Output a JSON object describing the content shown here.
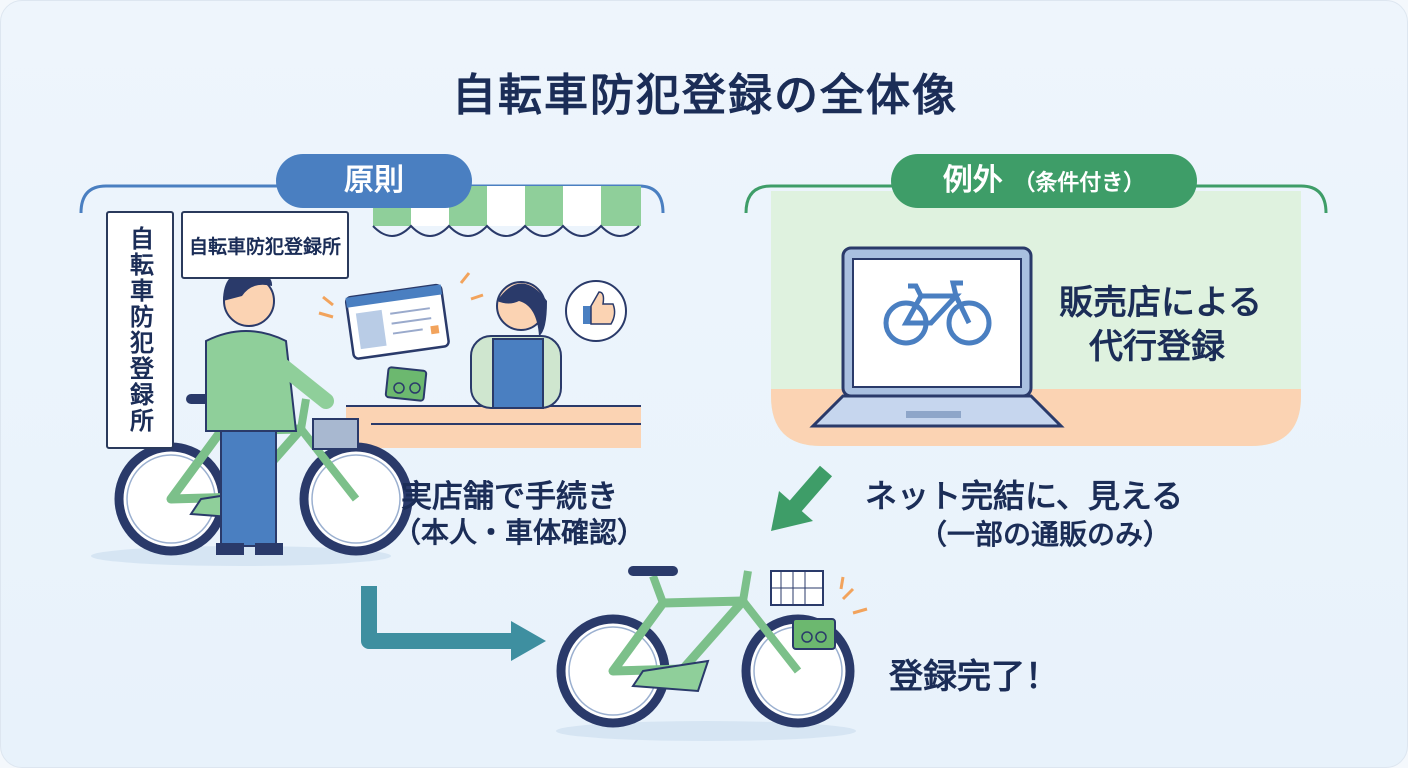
{
  "title": "自転車防犯登録の全体像",
  "principle": {
    "label": "原則",
    "sign_vertical": "自転車防犯登録所",
    "sign_horizontal": "自転車防犯登録所",
    "caption_line1": "実店舗で手続き",
    "caption_line2": "（本人・車体確認）"
  },
  "exception": {
    "label": "例外",
    "label_sub": "（条件付き）",
    "panel_line1": "販売店による",
    "panel_line2": "代行登録",
    "caption_line1": "ネット完結に、見える",
    "caption_line2": "（一部の通販のみ）"
  },
  "result": {
    "label": "登録完了！"
  },
  "colors": {
    "navy": "#1b2d57",
    "blue": "#4a7fc1",
    "green": "#3e9d68",
    "light_green": "#dff2df",
    "peach": "#fbd3b3",
    "arrow_teal": "#3e8fa0"
  }
}
